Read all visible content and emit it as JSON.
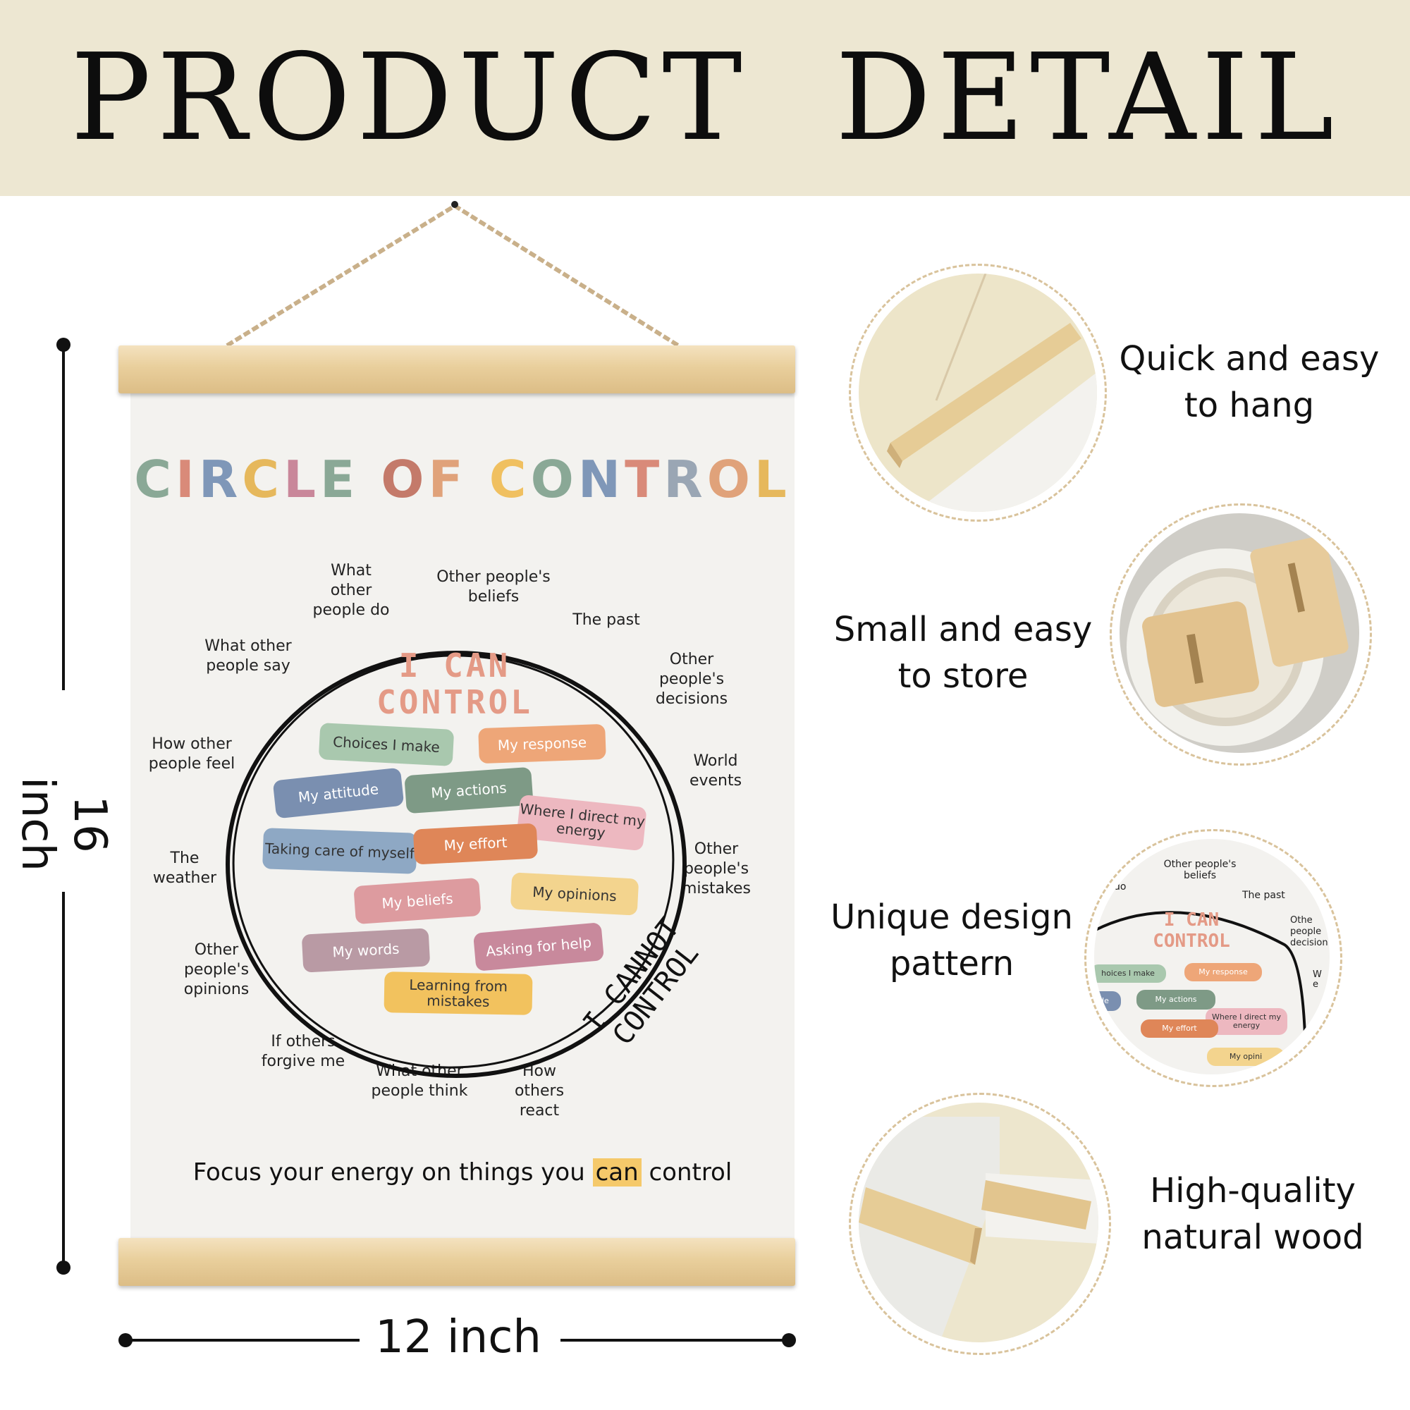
{
  "header": {
    "title": "PRODUCT  DETAIL"
  },
  "dimensions": {
    "height_label": "16 inch",
    "width_label": "12 inch"
  },
  "poster": {
    "title_letters": [
      {
        "ch": "C",
        "color": "#8aa896"
      },
      {
        "ch": "I",
        "color": "#d98a79"
      },
      {
        "ch": "R",
        "color": "#7f97b8"
      },
      {
        "ch": "C",
        "color": "#e6b85c"
      },
      {
        "ch": "L",
        "color": "#c9879a"
      },
      {
        "ch": "E",
        "color": "#8aa896"
      },
      {
        "ch": " ",
        "color": "#000"
      },
      {
        "ch": "O",
        "color": "#c47a6a"
      },
      {
        "ch": "F",
        "color": "#e0a27a"
      },
      {
        "ch": " ",
        "color": "#000"
      },
      {
        "ch": "C",
        "color": "#f0c060"
      },
      {
        "ch": "O",
        "color": "#8aa896"
      },
      {
        "ch": "N",
        "color": "#7f97b8"
      },
      {
        "ch": "T",
        "color": "#d98a79"
      },
      {
        "ch": "R",
        "color": "#9aa6b4"
      },
      {
        "ch": "O",
        "color": "#e0a27a"
      },
      {
        "ch": "L",
        "color": "#e6b85c"
      }
    ],
    "outer_items": {
      "what_others_do": "What other people do",
      "others_beliefs": "Other people's beliefs",
      "the_past": "The past",
      "what_others_say": "What other people say",
      "others_decisions": "Other people's decisions",
      "how_others_feel": "How other people feel",
      "world_events": "World events",
      "the_weather": "The weather",
      "others_mistakes": "Other people's mistakes",
      "others_opinions": "Other people's opinions",
      "if_others_forgive": "If others forgive me",
      "what_others_think": "What other people think",
      "how_others_react": "How others react"
    },
    "i_can_control": "I CAN CONTROL",
    "i_cannot_control": "I CANNOT CONTROL",
    "inner_items": {
      "choices": {
        "label": "Choices I make",
        "color": "#a9c8ae"
      },
      "response": {
        "label": "My response",
        "color": "#eea678"
      },
      "attitude": {
        "label": "My attitude",
        "color": "#7a8fb0"
      },
      "actions": {
        "label": "My actions",
        "color": "#7e9a86"
      },
      "where_direct": {
        "label": "Where I direct my energy",
        "color": "#edb8c0"
      },
      "taking_care": {
        "label": "Taking care of myself",
        "color": "#8ea8c4"
      },
      "effort": {
        "label": "My effort",
        "color": "#df8658"
      },
      "beliefs": {
        "label": "My beliefs",
        "color": "#dd9b9f"
      },
      "opinions": {
        "label": "My opinions",
        "color": "#f3d48e"
      },
      "words": {
        "label": "My words",
        "color": "#b99aa4"
      },
      "asking": {
        "label": "Asking for help",
        "color": "#c8899c"
      },
      "learning": {
        "label": "Learning from mistakes",
        "color": "#f2c25e"
      }
    },
    "footer_before": "Focus your energy on things you ",
    "footer_highlight": "can",
    "footer_after": " control"
  },
  "features": [
    {
      "label_line1": "Quick and easy",
      "label_line2": "to hang"
    },
    {
      "label_line1": "Small and easy",
      "label_line2": "to store"
    },
    {
      "label_line1": "Unique design",
      "label_line2": "pattern"
    },
    {
      "label_line1": "High-quality",
      "label_line2": "natural wood"
    }
  ],
  "zoom_snippet": {
    "others_beliefs": "Other people's beliefs",
    "the_past": "The past",
    "partial_do": "do",
    "i_can": "I CAN",
    "control": "CONTROL",
    "others_decision": "Othe people decision",
    "choices": "hoices I make",
    "response": "My response",
    "attitude": "de",
    "actions": "My actions",
    "where": "Where I direct my energy",
    "effort": "My effort",
    "opinions": "My opini",
    "edge": "W e"
  }
}
